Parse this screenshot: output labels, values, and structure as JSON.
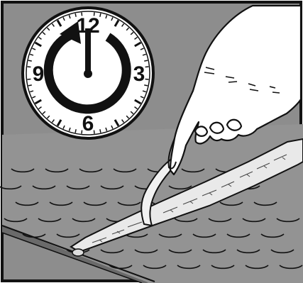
{
  "illustration": {
    "clock": {
      "label_12": "12",
      "label_3": "3",
      "label_6": "6",
      "label_9": "9"
    },
    "colors": {
      "background": "#8d8d8d",
      "line": "#111111",
      "clock_face": "#ffffff",
      "strip": "#e9e9e9",
      "border": "#111111"
    },
    "icons": [
      "clock-icon",
      "rotate-arrow-icon",
      "hand",
      "peeling-strip",
      "studded-mat"
    ]
  }
}
